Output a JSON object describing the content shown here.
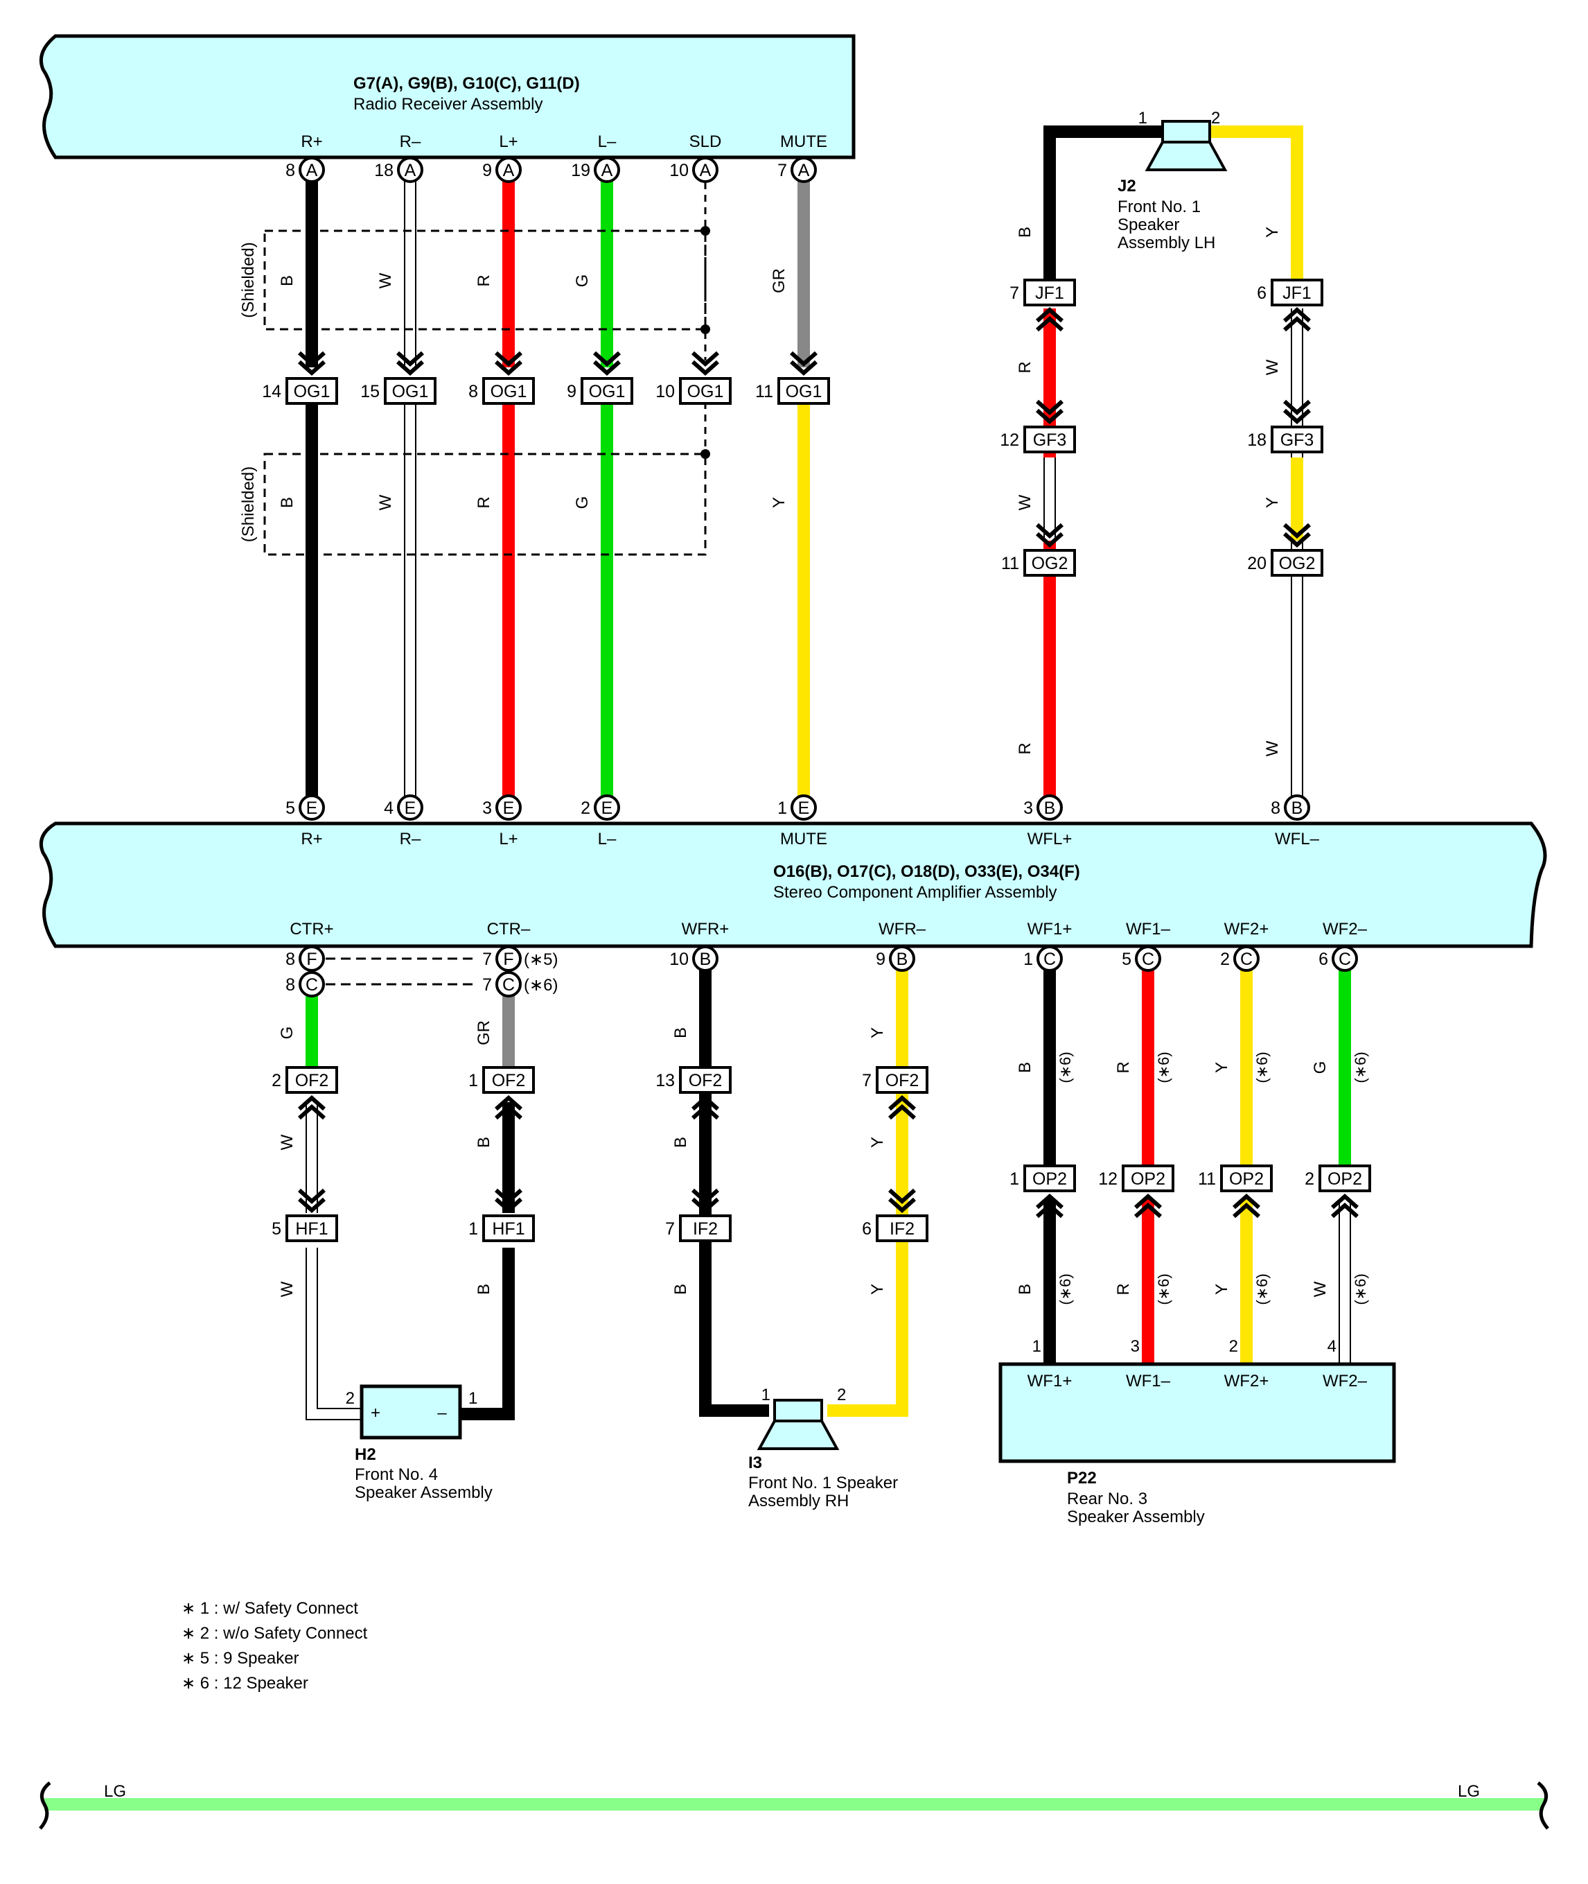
{
  "colors": {
    "B": "#000000",
    "W": "#ffffff",
    "R": "#ff0000",
    "G": "#00dd00",
    "GR": "#888888",
    "Y": "#ffe600",
    "LG": "#88ff88",
    "component_fill": "#ccffff"
  },
  "radio": {
    "title": "G7(A), G9(B), G10(C), G11(D)",
    "subtitle": "Radio Receiver Assembly",
    "terminals": [
      {
        "label": "R+",
        "pin": "8",
        "conn": "A"
      },
      {
        "label": "R–",
        "pin": "18",
        "conn": "A"
      },
      {
        "label": "L+",
        "pin": "9",
        "conn": "A"
      },
      {
        "label": "L–",
        "pin": "19",
        "conn": "A"
      },
      {
        "label": "SLD",
        "pin": "10",
        "conn": "A"
      },
      {
        "label": "MUTE",
        "pin": "7",
        "conn": "A"
      }
    ]
  },
  "shield_label": "(Shielded)",
  "upper_wires": [
    {
      "top_color": "B",
      "og1_pin": "14",
      "bottom_color": "B"
    },
    {
      "top_color": "W",
      "og1_pin": "15",
      "bottom_color": "W"
    },
    {
      "top_color": "R",
      "og1_pin": "8",
      "bottom_color": "R"
    },
    {
      "top_color": "G",
      "og1_pin": "9",
      "bottom_color": "G"
    },
    {
      "top_color": "",
      "og1_pin": "10",
      "bottom_color": ""
    },
    {
      "top_color": "GR",
      "og1_pin": "11",
      "bottom_color": "Y"
    }
  ],
  "og1_label": "OG1",
  "j2": {
    "id": "J2",
    "name": [
      "Front No.  1",
      "Speaker",
      "Assembly LH"
    ],
    "pins": [
      "1",
      "2"
    ],
    "left": {
      "c1": "B",
      "jf1_pin": "7",
      "c2": "R",
      "gf3_pin": "12",
      "c3": "W",
      "og2_pin": "11",
      "c4": "R",
      "amp_pin": "3"
    },
    "right": {
      "c1": "Y",
      "jf1_pin": "6",
      "c2": "W",
      "gf3_pin": "18",
      "c3": "Y",
      "og2_pin": "20",
      "c4": "W",
      "amp_pin": "8"
    },
    "jf1": "JF1",
    "gf3": "GF3",
    "og2": "OG2"
  },
  "amp": {
    "title": "O16(B), O17(C), O18(D), O33(E), O34(F)",
    "subtitle": "Stereo Component Amplifier Assembly",
    "top_terminals": [
      {
        "label": "R+",
        "pin": "5",
        "conn": "E"
      },
      {
        "label": "R–",
        "pin": "4",
        "conn": "E"
      },
      {
        "label": "L+",
        "pin": "3",
        "conn": "E"
      },
      {
        "label": "L–",
        "pin": "2",
        "conn": "E"
      },
      {
        "label": "MUTE",
        "pin": "1",
        "conn": "E"
      },
      {
        "label": "WFL+",
        "pin": "3",
        "conn": "B"
      },
      {
        "label": "WFL–",
        "pin": "8",
        "conn": "B"
      }
    ],
    "bottom_labels": [
      "CTR+",
      "CTR–",
      "WFR+",
      "WFR–",
      "WF1+",
      "WF1–",
      "WF2+",
      "WF2–"
    ]
  },
  "ctr": {
    "plus": [
      {
        "pin": "8",
        "conn": "F"
      },
      {
        "pin": "8",
        "conn": "C"
      }
    ],
    "minus": [
      {
        "pin": "7",
        "conn": "F",
        "note": "(∗5)"
      },
      {
        "pin": "7",
        "conn": "C",
        "note": "(∗6)"
      }
    ],
    "plus_wire": {
      "c1": "G",
      "of2_pin": "2",
      "c2": "W",
      "hf1_pin": "5",
      "c3": "W"
    },
    "minus_wire": {
      "c1": "GR",
      "of2_pin": "1",
      "c2": "B",
      "hf1_pin": "1",
      "c3": "B"
    },
    "of2": "OF2",
    "hf1": "HF1"
  },
  "h2": {
    "id": "H2",
    "name": [
      "Front No.  4",
      "Speaker Assembly"
    ],
    "pins": [
      "2",
      "1"
    ],
    "plus": "+",
    "minus": "–"
  },
  "wfr": {
    "plus": {
      "pin": "10",
      "conn": "B",
      "c1": "B",
      "of2_pin": "13",
      "c2": "B",
      "if2_pin": "7",
      "c3": "B"
    },
    "minus": {
      "pin": "9",
      "conn": "B",
      "c1": "Y",
      "of2_pin": "7",
      "c2": "Y",
      "if2_pin": "6",
      "c3": "Y"
    },
    "of2": "OF2",
    "if2": "IF2"
  },
  "i3": {
    "id": "I3",
    "name": [
      "Front No.  1 Speaker",
      "Assembly RH"
    ],
    "pins": [
      "1",
      "2"
    ]
  },
  "wf": [
    {
      "pin": "1",
      "conn": "C",
      "c1": "B",
      "op2_pin": "1",
      "c2": "B",
      "p22_pin": "1",
      "label": "WF1+"
    },
    {
      "pin": "5",
      "conn": "C",
      "c1": "R",
      "op2_pin": "12",
      "c2": "R",
      "p22_pin": "3",
      "label": "WF1–"
    },
    {
      "pin": "2",
      "conn": "C",
      "c1": "Y",
      "op2_pin": "11",
      "c2": "Y",
      "p22_pin": "2",
      "label": "WF2+"
    },
    {
      "pin": "6",
      "conn": "C",
      "c1": "G",
      "op2_pin": "2",
      "c2": "W",
      "p22_pin": "4",
      "label": "WF2–"
    }
  ],
  "op2": "OP2",
  "wf_note": "(∗6)",
  "p22": {
    "id": "P22",
    "name": [
      "Rear No.  3",
      "Speaker Assembly"
    ]
  },
  "notes": [
    "∗ 1 : w/ Safety Connect",
    "∗ 2 : w/o Safety Connect",
    "∗ 5 : 9 Speaker",
    "∗ 6 : 12 Speaker"
  ],
  "lg_label": "LG"
}
